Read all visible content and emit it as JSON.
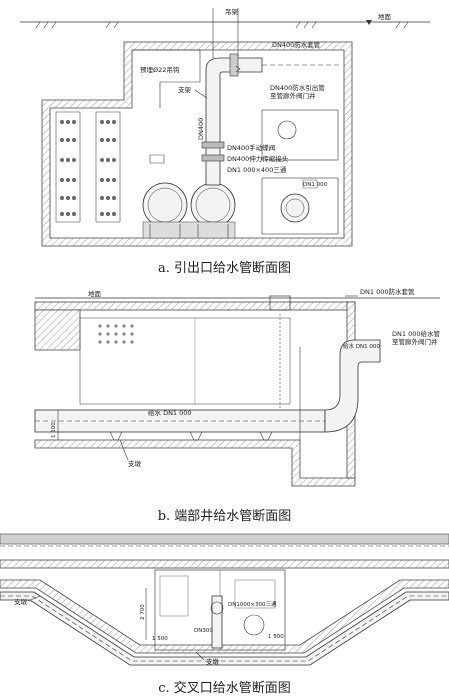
{
  "captions": {
    "a": "a. 引出口给水管断面图",
    "b": "b. 端部井给水管断面图",
    "c": "c. 交叉口给水管断面图"
  },
  "section_a": {
    "ground": "地面",
    "hanger": "吊架",
    "hook": "预埋Ø22吊钩",
    "support": "支架",
    "sleeve": "DN400防水套管",
    "outlet_pipe_l1": "DN400防水引出管",
    "outlet_pipe_l2": "至管廊外阀门井",
    "vertical": "DN400",
    "valve": "DN400手动蝶阀",
    "joint": "DN400伸力传缩接头",
    "tee": "DN1 000×400三通",
    "box_label": "DN1 000"
  },
  "section_b": {
    "ground": "地面",
    "sleeve": "DN1 000防水套管",
    "outlet_l1": "DN1 000给水管",
    "outlet_l2": "至管廊外阀门井",
    "main_label": "给水 DN1 000",
    "inner_label": "给水 DN1 000",
    "support": "支墩",
    "dim": "1 100"
  },
  "section_c": {
    "support_left": "支墩",
    "support_bottom": "支墩",
    "tee": "DN1000×300三通",
    "vertical": "DN300",
    "dim_height": "2 700",
    "dim_left": "1 500",
    "dim_right": "1 500"
  }
}
